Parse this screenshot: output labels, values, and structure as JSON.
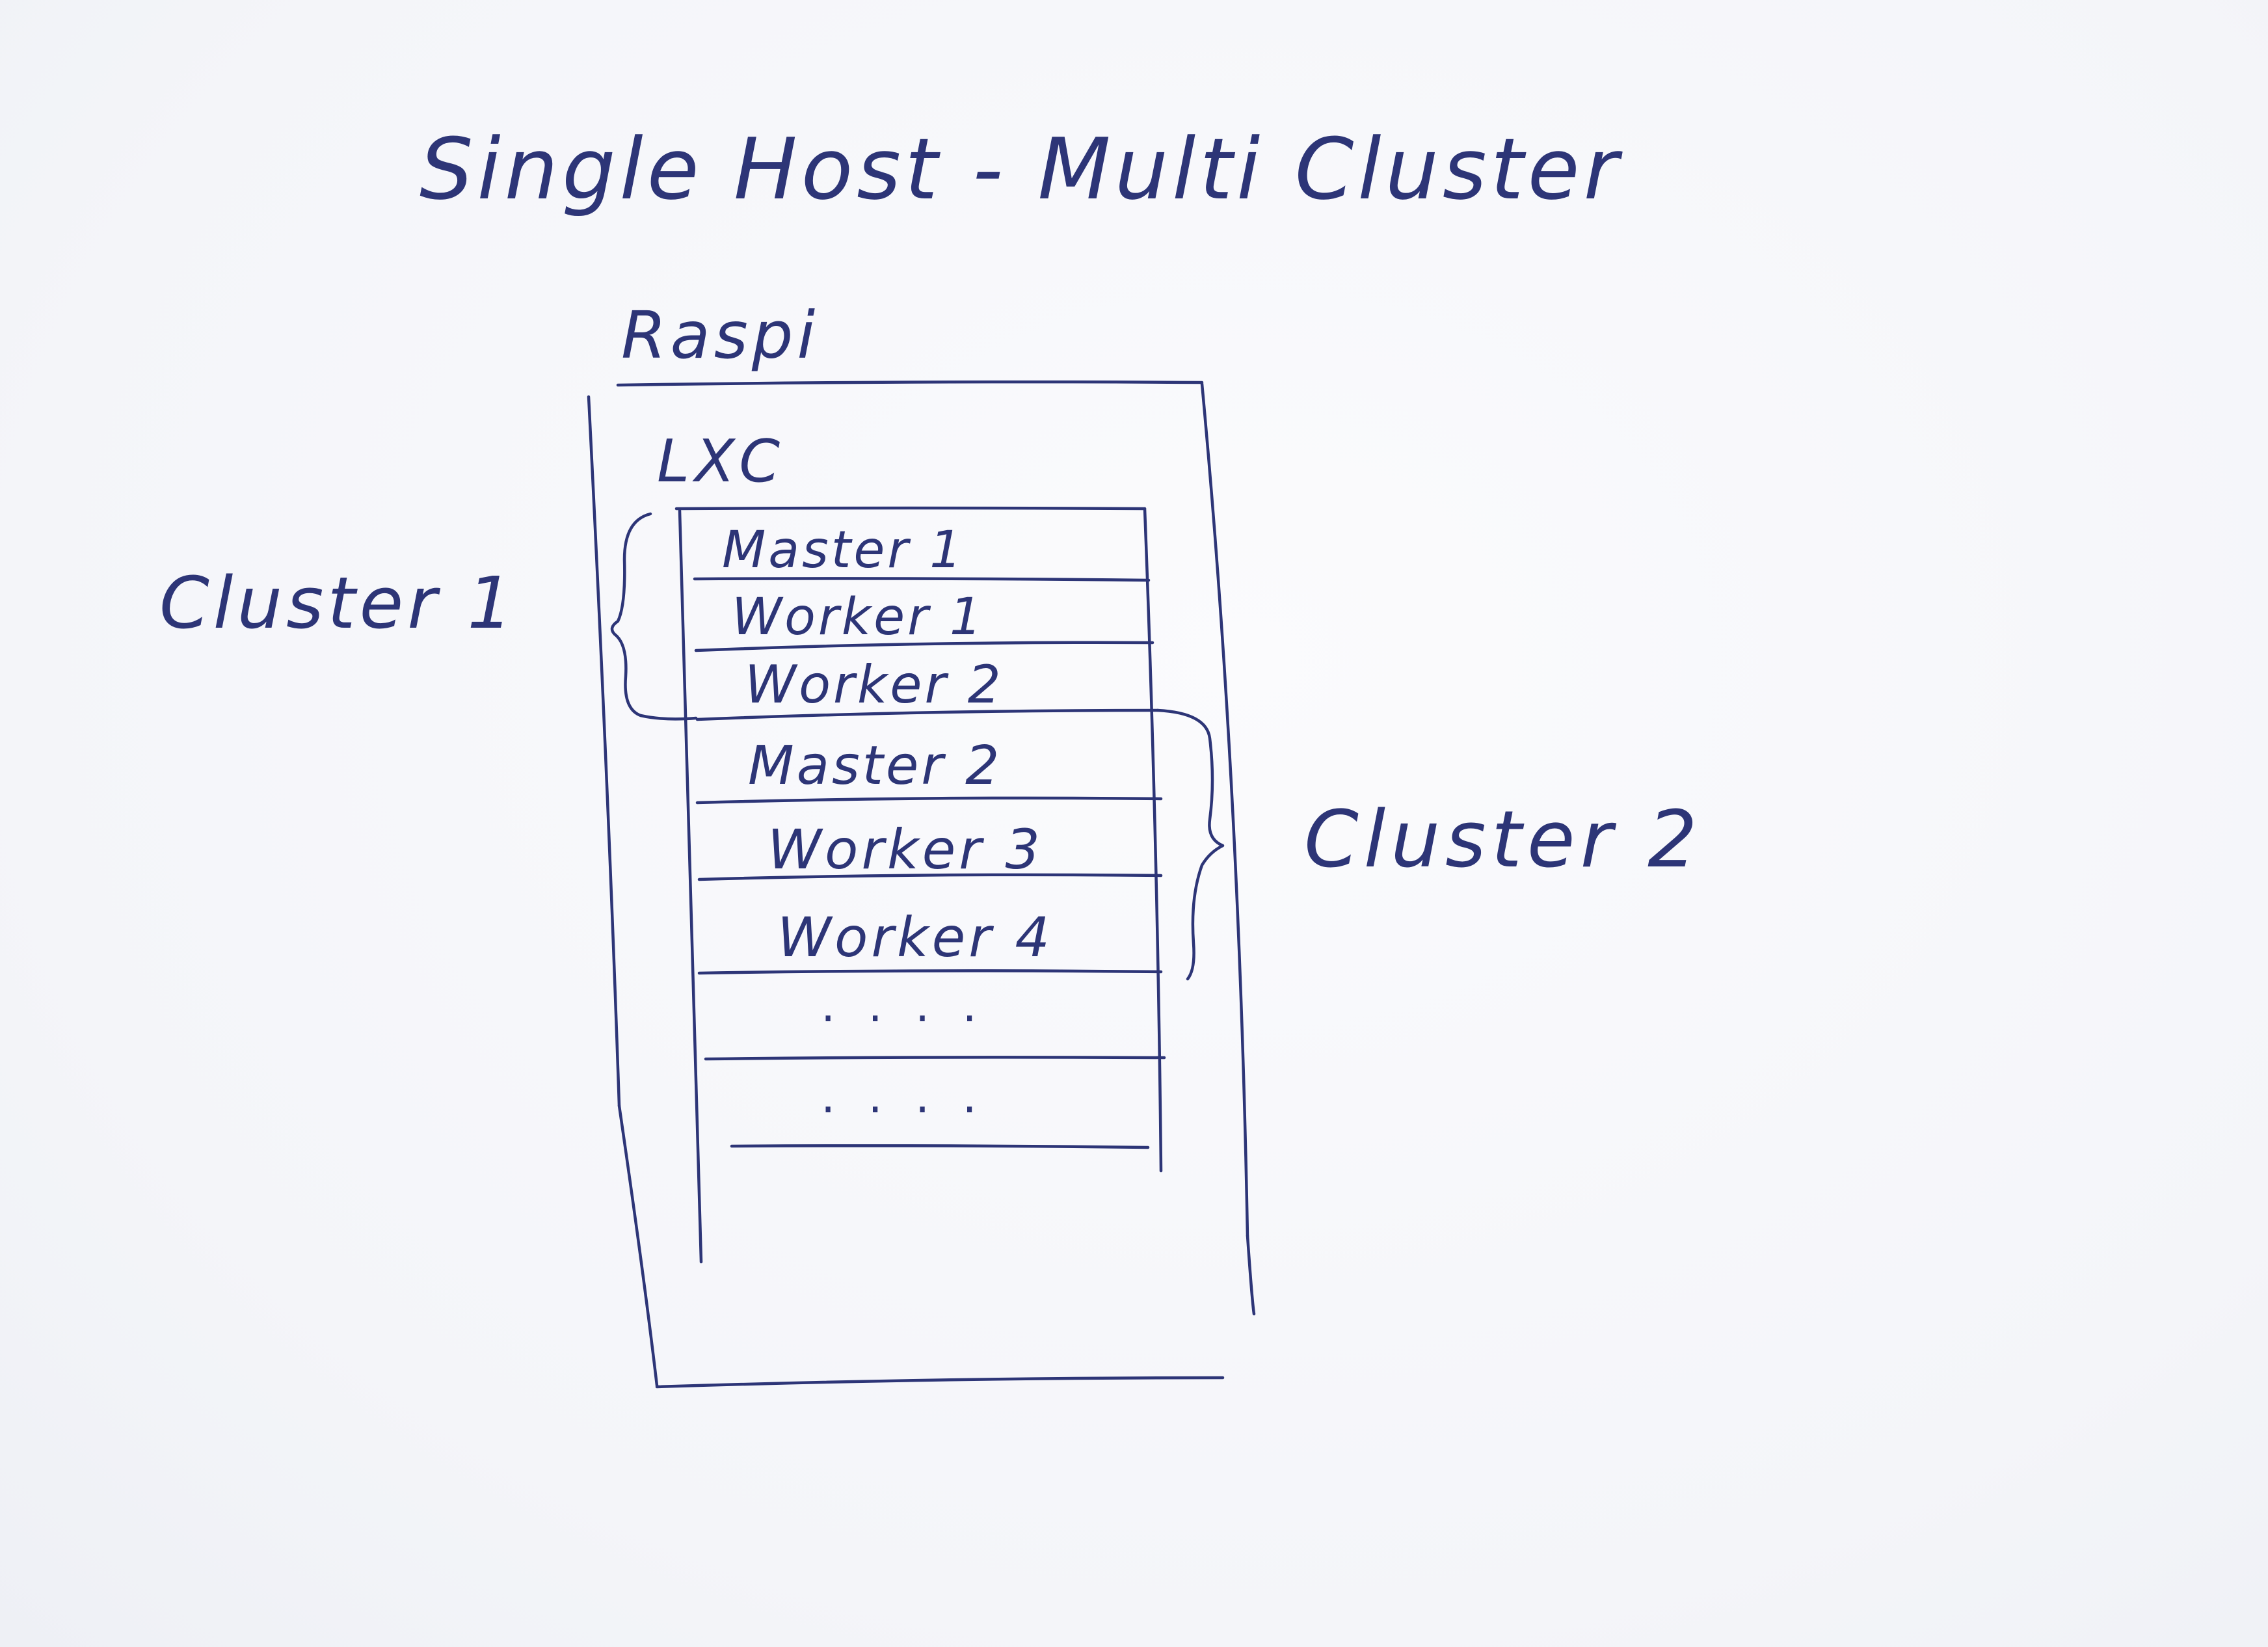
{
  "title": "Single Host -  Multi Cluster",
  "host": {
    "label": "Raspi"
  },
  "container": {
    "label": "LXC"
  },
  "nodes": [
    {
      "label": "Master 1"
    },
    {
      "label": "Worker 1"
    },
    {
      "label": "Worker 2"
    },
    {
      "label": "Master 2"
    },
    {
      "label": "Worker 3"
    },
    {
      "label": "Worker 4"
    },
    {
      "label": ". . . ."
    },
    {
      "label": ". . . ."
    }
  ],
  "clusters": [
    {
      "label": "Cluster 1"
    },
    {
      "label": "Cluster 2"
    }
  ],
  "colors": {
    "ink": "#2d3577",
    "paper": "#f6f7fb"
  }
}
